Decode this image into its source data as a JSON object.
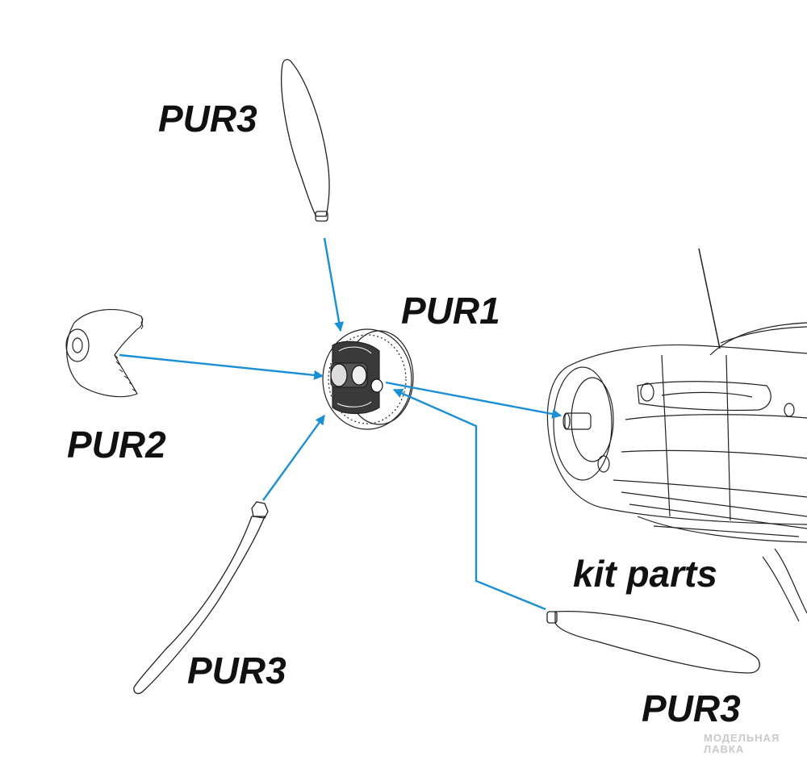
{
  "labels": {
    "pur3_top": "PUR3",
    "pur1": "PUR1",
    "pur2": "PUR2",
    "pur3_bottom_left": "PUR3",
    "kit_parts": "kit parts",
    "pur3_bottom_right": "PUR3"
  },
  "watermark": {
    "line1": "МОДЕЛЬНАЯ",
    "line2": "ЛАВКА"
  },
  "colors": {
    "arrow": "#1b8fd6",
    "line": "#222222",
    "label": "#111111"
  }
}
